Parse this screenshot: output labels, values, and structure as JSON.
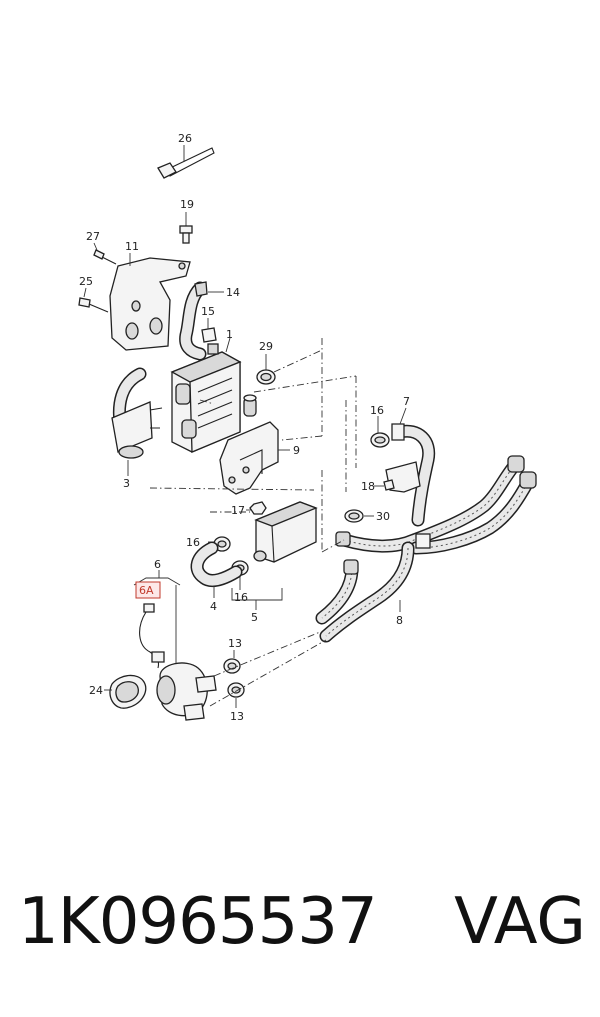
{
  "labels": {
    "l26": "26",
    "l19": "19",
    "l27": "27",
    "l11": "11",
    "l14": "14",
    "l25": "25",
    "l15": "15",
    "l1": "1",
    "l29": "29",
    "l3": "3",
    "l16a": "16",
    "l7": "7",
    "l9": "9",
    "l18": "18",
    "l17": "17",
    "l30": "30",
    "l16b": "16",
    "l6": "6",
    "l6A": "6A",
    "l4": "4",
    "l16c": "16",
    "l5": "5",
    "l8": "8",
    "l13a": "13",
    "l24": "24",
    "l13b": "13"
  },
  "highlight_color": "#c0392b",
  "footer": {
    "part_number": "1K0965537",
    "brand": "VAG"
  }
}
